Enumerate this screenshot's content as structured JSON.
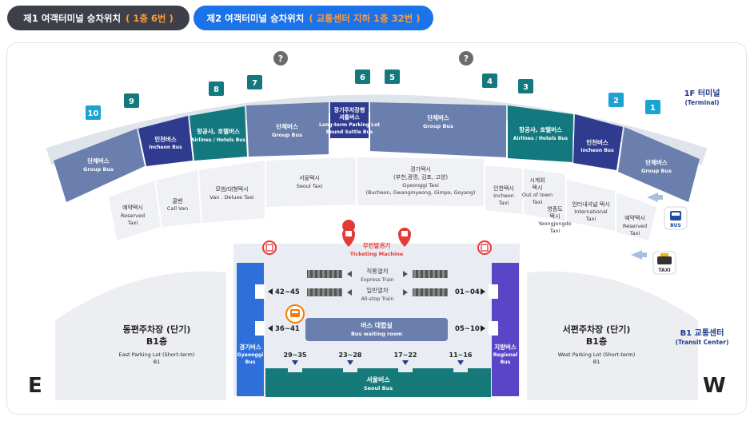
{
  "tabs": [
    {
      "label": "제1 여객터미널 승차위치",
      "highlight": "( 1층 6번 )",
      "active": false
    },
    {
      "label": "제2 여객터미널 승차위치",
      "highlight": "( 교통센터 지하 1층 32번 )",
      "active": true
    }
  ],
  "floor_1f": {
    "label_ko": "1F 터미널",
    "label_en": "(Terminal)"
  },
  "floor_b1": {
    "label_ko": "B1 교통센터",
    "label_en": "(Transit Center)"
  },
  "compass": {
    "east": "E",
    "west": "W"
  },
  "unknown_mark": "?",
  "gates": [
    "10",
    "9",
    "8",
    "7",
    "6",
    "5",
    "4",
    "3",
    "2",
    "1"
  ],
  "curb_zones": {
    "group_left": {
      "ko": "단체버스",
      "en": "Group Bus"
    },
    "incheon_left": {
      "ko": "인천버스",
      "en": "Incheon Bus"
    },
    "airline_left": {
      "ko": "항공사, 호텔버스",
      "en": "Airlines / Hotels Bus"
    },
    "group_mid": {
      "ko": "단체버스",
      "en": "Group Bus"
    },
    "longterm": {
      "ko1": "장기주차장행",
      "ko2": "셔틀버스",
      "en1": "Long-term Parking Lot",
      "en2": "Bound Suttle Bus"
    },
    "group_center": {
      "ko": "단체버스",
      "en": "Group Bus"
    },
    "airline_right": {
      "ko": "항공사, 호텔버스",
      "en": "Airlines / Hotels Bus"
    },
    "incheon_right": {
      "ko": "인천버스",
      "en": "Incheon Bus"
    },
    "group_right": {
      "ko": "단체버스",
      "en": "Group Bus"
    }
  },
  "taxi_zones": {
    "reserved_left": {
      "ko": "예약택시",
      "en1": "Reserved",
      "en2": "Taxi"
    },
    "call_van": {
      "ko": "콜벤",
      "en": "Call Van"
    },
    "deluxe": {
      "ko": "모범/대형택시",
      "en": "Van . Deluxe Taxi"
    },
    "seoul": {
      "ko": "서울택시",
      "en": "Seoul Taxi"
    },
    "gyeonggi": {
      "ko": "경기택시",
      "ko2": "(부천,광명, 김포, 고양)",
      "en1": "Gyeonggi Taxi",
      "en2": "(Bucheon, Gwangmyeong, Gimpo, Goyang)"
    },
    "incheon": {
      "ko": "인천택시",
      "en1": "Incheon",
      "en2": "Taxi"
    },
    "out_of_town": {
      "ko1": "시계외",
      "ko2": "택시",
      "en1": "Out of town",
      "en2": "Taxi"
    },
    "yeongjong": {
      "ko1": "영종도",
      "ko2": "택시",
      "en1": "Yeongjongdo",
      "en2": "Taxi"
    },
    "international": {
      "ko": "인터내셔널 택시",
      "en1": "International",
      "en2": "Taxi"
    },
    "reserved_right": {
      "ko": "예약택시",
      "en1": "Reserved",
      "en2": "Taxi"
    }
  },
  "side_icons": {
    "bus": "BUS",
    "taxi": "TAXI"
  },
  "b1": {
    "ticketing": {
      "ko": "무인발권기",
      "en": "Ticketing Machine"
    },
    "express": {
      "ko": "직통열차",
      "en": "Express Train"
    },
    "allstop": {
      "ko": "일반열차",
      "en": "All-stop Train"
    },
    "waiting": {
      "ko": "버스 대합실",
      "en": "Bus waiting room"
    },
    "gyeonggi_bus": {
      "ko": "경기버스",
      "en1": "Gyeonggi",
      "en2": "Bus"
    },
    "regional_bus": {
      "ko": "지방버스",
      "en1": "Regional",
      "en2": "Bus"
    },
    "seoul_bus": {
      "ko": "서울버스",
      "en": "Seoul Bus"
    },
    "gate_ranges": {
      "left1": "42~45",
      "left2": "36~41",
      "right1": "01~04",
      "right2": "05~10"
    },
    "bottom_ranges": [
      "29~35",
      "23~28",
      "17~22",
      "11~16"
    ],
    "east_parking": {
      "ko1": "동편주차장 (단기)",
      "ko2": "B1층",
      "en1": "East Parking Lot (Short-term)",
      "en2": "B1"
    },
    "west_parking": {
      "ko1": "서편주차장 (단기)",
      "ko2": "B1층",
      "en1": "West Parking Lot (Short-term)",
      "en2": "B1"
    }
  },
  "colors": {
    "slate": "#6b7fae",
    "navy": "#2f3b8f",
    "teal": "#14797f",
    "cyan": "#1aa3d3",
    "blue": "#2e6fd9",
    "purple": "#5b45c7",
    "seoul_green": "#177a7a",
    "red": "#e53935",
    "orange": "#f57c00"
  }
}
